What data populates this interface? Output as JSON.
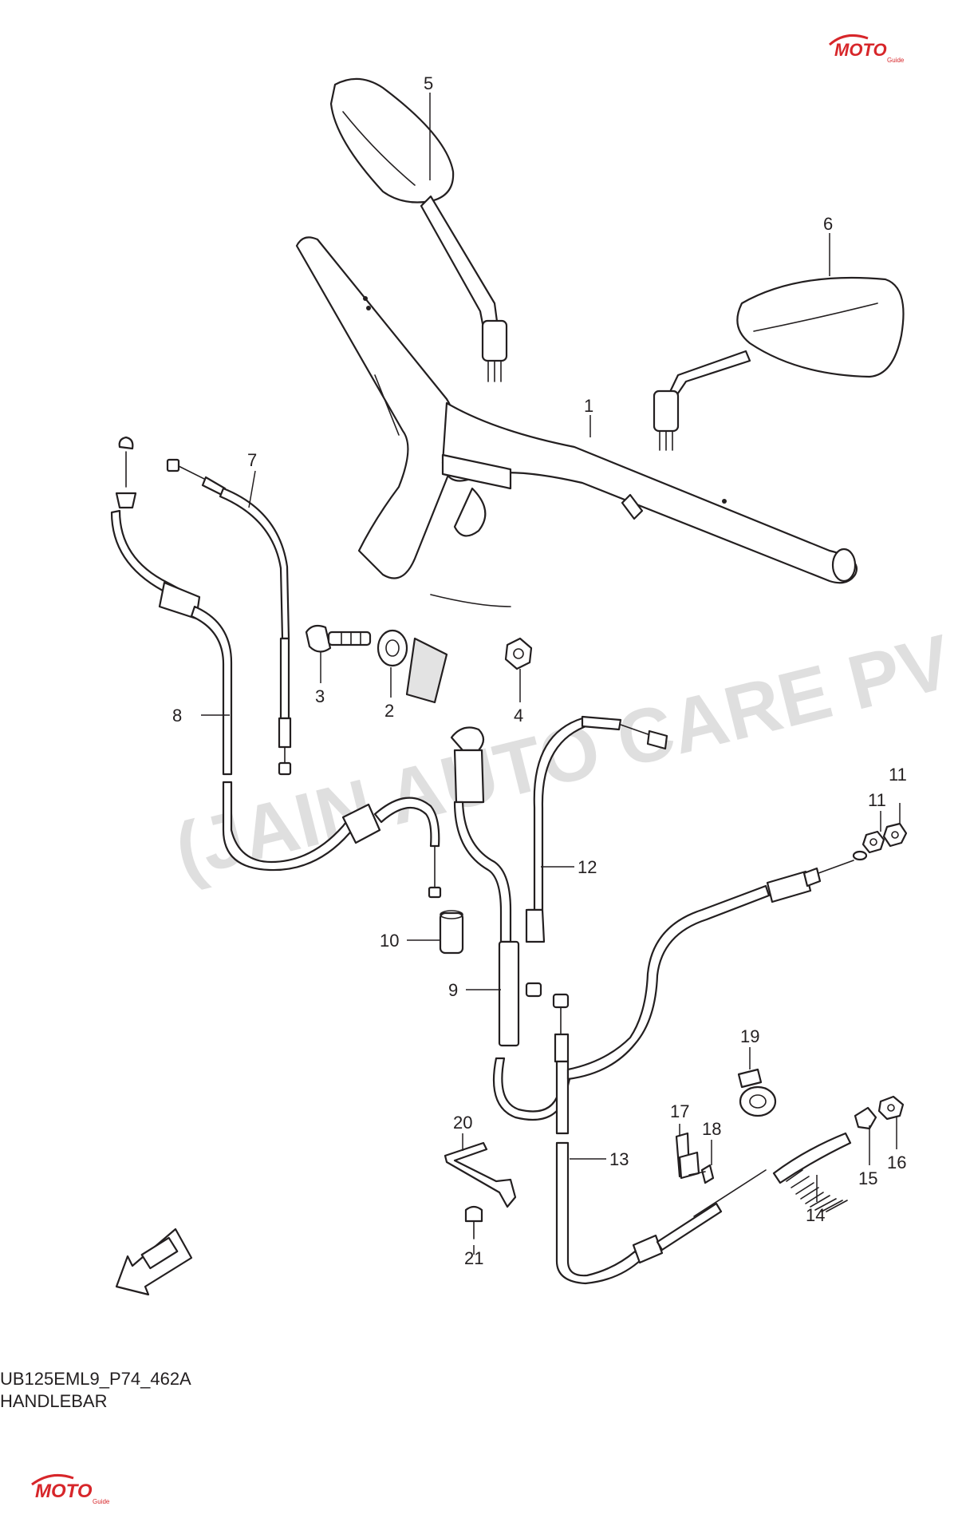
{
  "diagram": {
    "code": "UB125EML9_P74_462A",
    "title": "HANDLEBAR",
    "watermark_text": "(JAIN AUTO CARE PV",
    "callouts": [
      "1",
      "2",
      "3",
      "4",
      "5",
      "6",
      "7",
      "8",
      "9",
      "10",
      "11",
      "11",
      "12",
      "13",
      "14",
      "15",
      "16",
      "17",
      "18",
      "19",
      "20",
      "21"
    ],
    "logo": {
      "text": "MOTO",
      "subtext": "Guide",
      "color": "#d7262a"
    }
  },
  "colors": {
    "line": "#231f20",
    "watermark": "#d9d9d9",
    "background": "#ffffff"
  }
}
